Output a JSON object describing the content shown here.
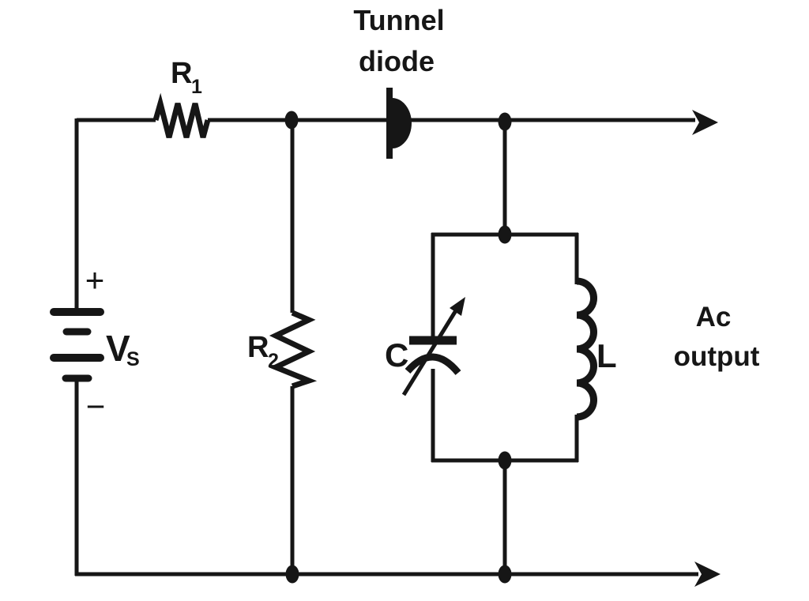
{
  "diagram": {
    "type": "circuit-schematic",
    "colors": {
      "ink": "#161616",
      "background": "#ffffff"
    },
    "annotations": {
      "tunnel_diode_line1": "Tunnel",
      "tunnel_diode_line2": "diode",
      "ac_output_line1": "Ac",
      "ac_output_line2": "output"
    },
    "components": {
      "voltage_source": {
        "label": "V",
        "label_sub": "S",
        "plus": "+",
        "minus": "−"
      },
      "resistor_r1": {
        "label": "R",
        "label_sub": "1"
      },
      "resistor_r2": {
        "label": "R",
        "label_sub": "2"
      },
      "capacitor": {
        "label": "C"
      },
      "inductor": {
        "label": "L"
      }
    }
  }
}
